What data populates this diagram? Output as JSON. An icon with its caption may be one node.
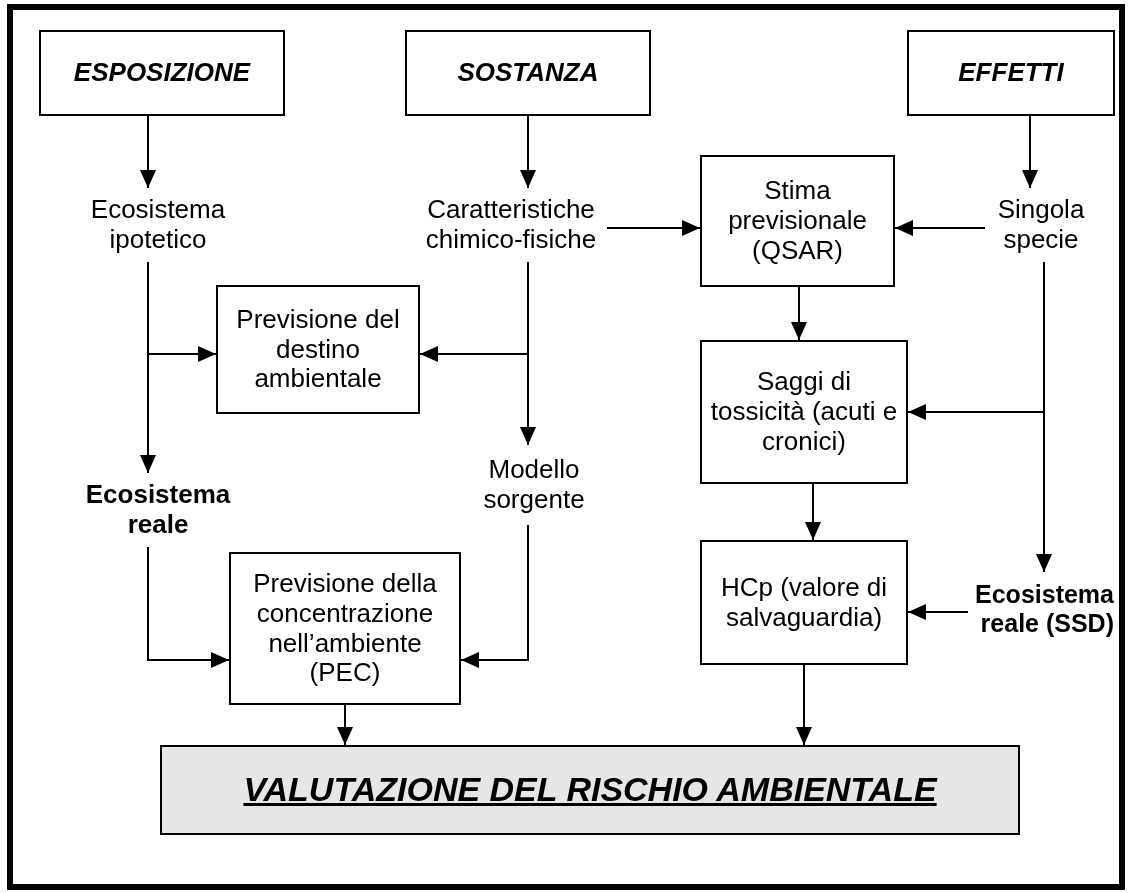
{
  "diagram": {
    "nodes": [
      {
        "text": [
          "ESPOSIZIONE"
        ]
      },
      {
        "text": [
          "SOSTANZA"
        ]
      },
      {
        "text": [
          "EFFETTI"
        ]
      },
      {
        "text": [
          "Ecosistema ipotetico"
        ]
      },
      {
        "text": [
          "Caratteristiche chimico-fisiche"
        ]
      },
      {
        "text": [
          "Stima previsionale (QSAR)"
        ]
      },
      {
        "text": [
          "Singola specie"
        ]
      },
      {
        "text": [
          "Previsione del destino ambientale"
        ]
      },
      {
        "text": [
          "Saggi di tossicità (acuti e cronici)"
        ]
      },
      {
        "text": [
          "Ecosistema reale"
        ]
      },
      {
        "text": [
          "Modello sorgente"
        ]
      },
      {
        "text": [
          "Previsione della concentrazione nell’ambiente (PEC)"
        ]
      },
      {
        "text": [
          "HCp (valore di salvaguardia)"
        ]
      },
      {
        "text": [
          "Ecosistema reale (SSD)"
        ]
      },
      {
        "text": [
          "VALUTAZIONE DEL RISCHIO AMBIENTALE"
        ]
      }
    ],
    "edges": [
      {
        "from": 0,
        "to": 3,
        "arrow": "to"
      },
      {
        "from": 1,
        "to": 4,
        "arrow": "to"
      },
      {
        "from": 2,
        "to": 6,
        "arrow": "to"
      },
      {
        "from": 4,
        "to": 5,
        "arrow": "to"
      },
      {
        "from": 6,
        "to": 5,
        "arrow": "to"
      },
      {
        "from": 3,
        "to": 9,
        "arrow": "to"
      },
      {
        "from": 3,
        "to": 7,
        "arrow": "to"
      },
      {
        "from": 4,
        "to": 7,
        "arrow": "to"
      },
      {
        "from": 4,
        "to": 10,
        "arrow": "to"
      },
      {
        "from": 5,
        "to": 8,
        "arrow": "to"
      },
      {
        "from": 6,
        "to": 8,
        "arrow": "to"
      },
      {
        "from": 6,
        "to": 13,
        "arrow": "to"
      },
      {
        "from": 8,
        "to": 12,
        "arrow": "to"
      },
      {
        "from": 13,
        "to": 12,
        "arrow": "to"
      },
      {
        "from": 9,
        "to": 11,
        "arrow": "to"
      },
      {
        "from": 10,
        "to": 11,
        "arrow": "to"
      },
      {
        "from": 11,
        "to": 14,
        "arrow": "to"
      },
      {
        "from": 12,
        "to": 14,
        "arrow": "to"
      }
    ]
  }
}
